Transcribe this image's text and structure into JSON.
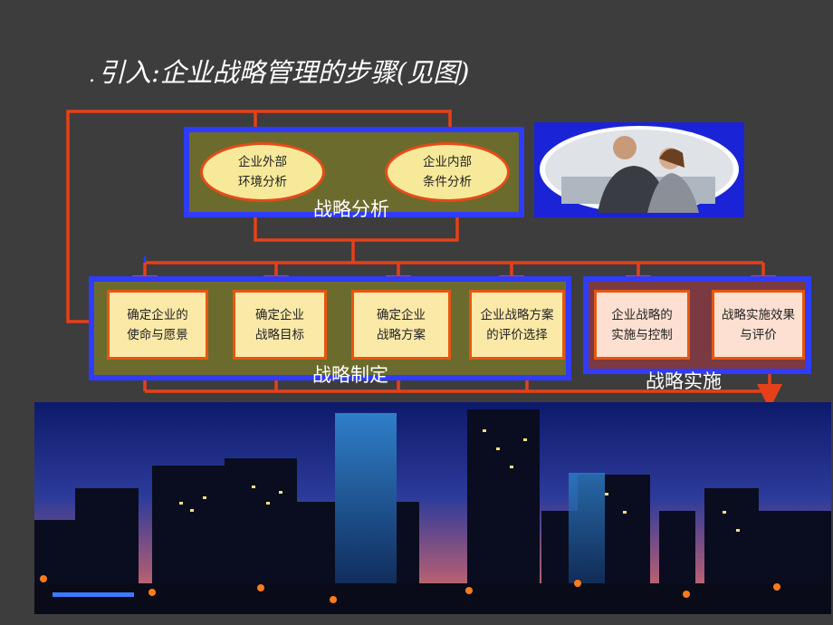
{
  "slide": {
    "title": "引入:企业战略管理的步骤(见图)",
    "bullet": "."
  },
  "analysis": {
    "label": "战略分析",
    "items": [
      {
        "text": "企业外部\n环境分析"
      },
      {
        "text": "企业内部\n条件分析"
      }
    ]
  },
  "formulation": {
    "label": "战略制定",
    "items": [
      {
        "text": "确定企业的\n使命与愿景"
      },
      {
        "text": "确定企业\n战略目标"
      },
      {
        "text": "确定企业\n战略方案"
      },
      {
        "text": "企业战略方案\n的评价选择"
      }
    ]
  },
  "implementation": {
    "label": "战略实施",
    "items": [
      {
        "text": "企业战略的\n实施与控制"
      },
      {
        "text": "战略实施效果\n与评价"
      }
    ]
  },
  "colors": {
    "connector": "#e6401a",
    "frame": "#2f3cff",
    "analysis_fill": "#6b6b2e",
    "implementation_fill": "#7b3a42",
    "ellipse_fill": "#f7e99a",
    "box_fill": "#fbe9a8"
  },
  "icons": {
    "photo": "business-people-photo",
    "city": "city-skyline-night-image"
  }
}
